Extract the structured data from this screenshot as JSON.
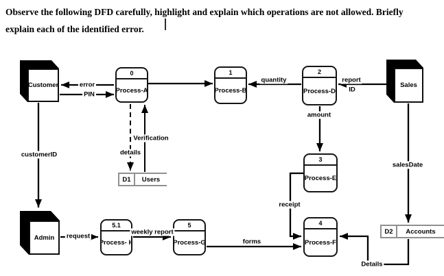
{
  "title": {
    "line1": "Observe the following DFD carefully, highlight and explain which operations are not allowed. Briefly",
    "line2": "explain each of the identified error."
  },
  "entities": {
    "customer": {
      "label": "Customer"
    },
    "sales": {
      "label": "Sales"
    },
    "admin": {
      "label": "Admin"
    }
  },
  "processes": {
    "a": {
      "number": "0",
      "label": "Process-A"
    },
    "b": {
      "number": "1",
      "label": "Process-B"
    },
    "d": {
      "number": "2",
      "label": "Process-D"
    },
    "e": {
      "number": "3",
      "label": "Process-E"
    },
    "f": {
      "number": "4",
      "label": "Process-F"
    },
    "g": {
      "number": "5",
      "label": "Process-G"
    },
    "h": {
      "number": "5.1",
      "label": "Process- H"
    }
  },
  "data_stores": {
    "d1": {
      "code": "D1",
      "label": "Users"
    },
    "d2": {
      "code": "D2",
      "label": "Accounts"
    }
  },
  "flows": {
    "error": {
      "from": "Process-A",
      "to": "Customer",
      "label": "error"
    },
    "pin": {
      "from": "Customer",
      "to": "Process-A",
      "label": "PIN"
    },
    "a_to_b": {
      "from": "Process-A",
      "to": "Process-B",
      "label": ""
    },
    "quantity": {
      "from": "Process-D",
      "to": "Process-B",
      "label": "quantity"
    },
    "report": {
      "from": "Sales",
      "to": "Process-D",
      "label": "report",
      "label2": "ID"
    },
    "amount": {
      "from": "Process-D",
      "to": "Process-E",
      "label": "amount"
    },
    "verification": {
      "from": "D1 Users",
      "to": "Process-A",
      "label": "Verification",
      "style": "solid"
    },
    "details": {
      "from": "Process-A",
      "to": "D1 Users",
      "label": "details",
      "style": "dashed"
    },
    "customer_id": {
      "from": "Customer",
      "to": "Admin",
      "label": "customerID"
    },
    "sales_date": {
      "from": "Sales",
      "to": "D2 Accounts",
      "label": "salesDate"
    },
    "request": {
      "from": "Admin",
      "to": "Process- H",
      "label": "request"
    },
    "weekly_report": {
      "from": "Process- H",
      "to": "Process-G",
      "label": "weekly report"
    },
    "forms": {
      "from": "Process-G",
      "to": "Process-F",
      "label": "forms"
    },
    "receipt": {
      "from": "Process-E",
      "to": "Process-F",
      "label": "receipt"
    },
    "account_details": {
      "from": "D2 Accounts",
      "to": "Process-F",
      "label": "Details"
    }
  },
  "colors": {
    "line": "#000000",
    "store_border": "#8f8f8f",
    "text": "#000000",
    "background": "#ffffff"
  }
}
